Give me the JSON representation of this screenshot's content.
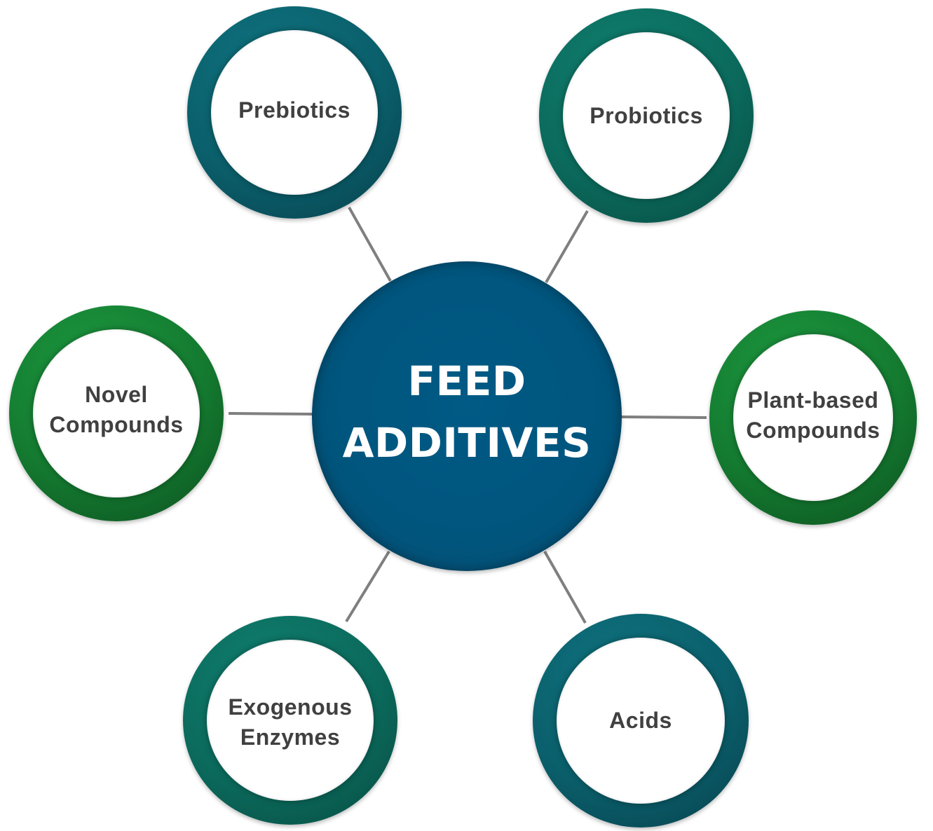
{
  "hub": {
    "title": "FEED\nADDITIVES",
    "color": "#00557d"
  },
  "nodes": [
    {
      "id": "prebiotics",
      "label": "Prebiotics"
    },
    {
      "id": "probiotics",
      "label": "Probiotics"
    },
    {
      "id": "novel-compounds",
      "label": "Novel\nCompounds"
    },
    {
      "id": "plant-based-compounds",
      "label": "Plant-based\nCompounds"
    },
    {
      "id": "exogenous-enzymes",
      "label": "Exogenous\nEnzymes"
    },
    {
      "id": "acids",
      "label": "Acids"
    }
  ],
  "colors": {
    "teal_blue": "#0a5f6b",
    "teal_green": "#0b6a5c",
    "green": "#147a30",
    "connector": "#7f7f7f",
    "label_text": "#404040"
  }
}
